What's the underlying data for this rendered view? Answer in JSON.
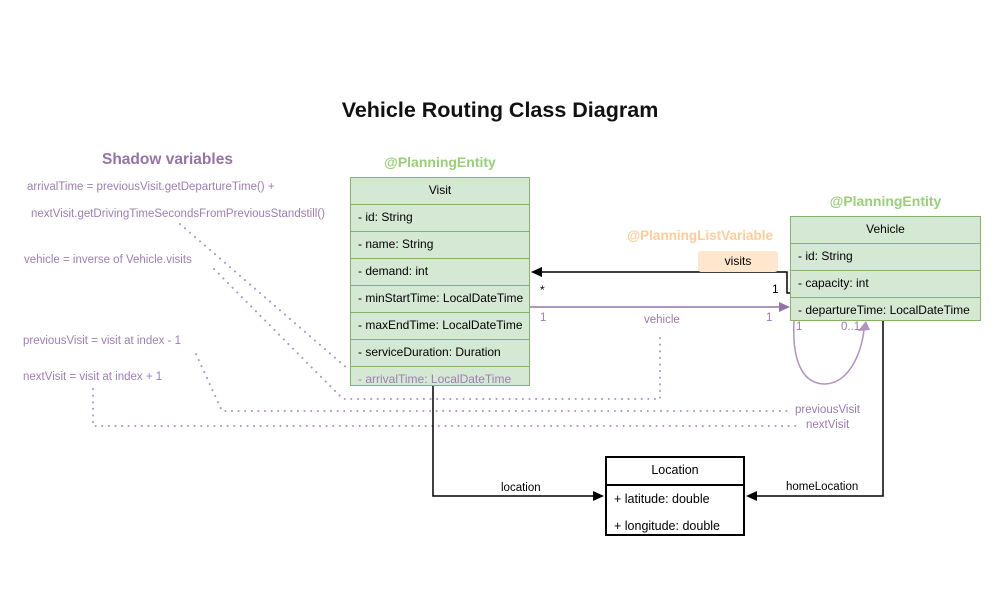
{
  "title": "Vehicle Routing Class Diagram",
  "shadow": {
    "heading": "Shadow variables",
    "lines": [
      "arrivalTime = previousVisit.getDepartureTime() +",
      "nextVisit.getDrivingTimeSecondsFromPreviousStandstill()",
      "vehicle = inverse of Vehicle.visits",
      "previousVisit = visit at index - 1",
      "nextVisit = visit at index + 1"
    ]
  },
  "visit": {
    "stereotype": "@PlanningEntity",
    "name": "Visit",
    "attrs": [
      "- id: String",
      "- name: String",
      "- demand: int",
      "- minStartTime: LocalDateTime",
      "- maxEndTime: LocalDateTime",
      "- serviceDuration: Duration"
    ],
    "shadow_attr": "- arrivalTime: LocalDateTime"
  },
  "vehicle": {
    "stereotype": "@PlanningEntity",
    "list_stereotype": "@PlanningListVariable",
    "name": "Vehicle",
    "attrs": [
      "- id: String",
      "- capacity: int",
      "- departureTime: LocalDateTime"
    ]
  },
  "location": {
    "name": "Location",
    "attrs": [
      "+ latitude: double",
      "+ longitude: double"
    ]
  },
  "assoc": {
    "visits": {
      "label": "visits",
      "mult_visit": "*",
      "mult_vehicle": "1"
    },
    "vehicle_ref": {
      "label": "vehicle",
      "mult_left": "1",
      "mult_right": "1"
    },
    "loop": {
      "mult_one": "1",
      "mult_opt": "0..1"
    },
    "prev_label": "previousVisit",
    "next_label": "nextVisit",
    "location_label": "location",
    "home_label": "homeLocation"
  },
  "colors": {
    "green_fill": "#d5e8d4",
    "green_stroke": "#82b366",
    "green_text": "#97d077",
    "orange_fill": "#ffe6cc",
    "orange_text": "#ffcc99",
    "purple_text": "#9c7ab2",
    "purple_line": "#9673a6",
    "purple_dots": "#b093c4",
    "black": "#000000"
  }
}
